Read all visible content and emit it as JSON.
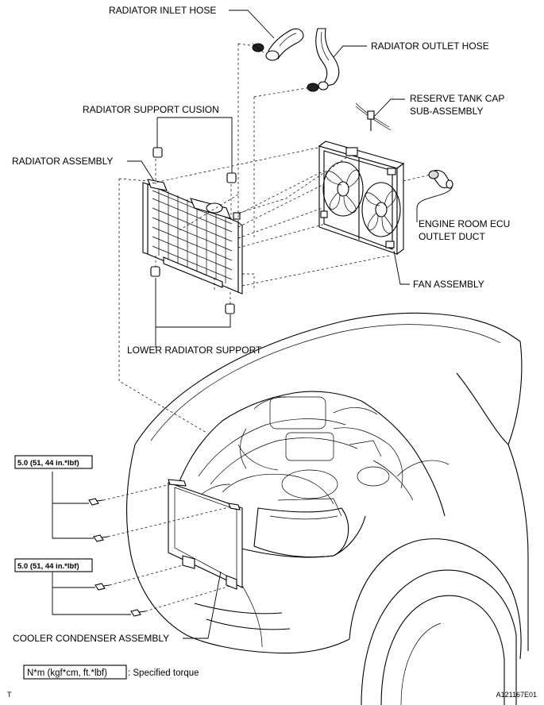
{
  "labels": {
    "radiator_inlet_hose": "RADIATOR INLET HOSE",
    "radiator_outlet_hose": "RADIATOR OUTLET HOSE",
    "reserve_tank_cap_line1": "RESERVE TANK CAP",
    "reserve_tank_cap_line2": "SUB-ASSEMBLY",
    "radiator_support_cusion": "RADIATOR SUPPORT CUSION",
    "radiator_assembly": "RADIATOR ASSEMBLY",
    "engine_room_ecu_line1": "ENGINE ROOM ECU",
    "engine_room_ecu_line2": "OUTLET DUCT",
    "fan_assembly": "FAN ASSEMBLY",
    "lower_radiator_support": "LOWER RADIATOR SUPPORT",
    "cooler_condenser_assembly": "COOLER CONDENSER ASSEMBLY"
  },
  "torque": {
    "upper": "5.0 (51, 44 in.*lbf)",
    "lower": "5.0 (51, 44 in.*lbf)"
  },
  "legend": {
    "box": "N*m (kgf*cm, ft.*lbf)",
    "description": ": Specified torque"
  },
  "corner": {
    "left": "T",
    "right": "A121167E01"
  }
}
